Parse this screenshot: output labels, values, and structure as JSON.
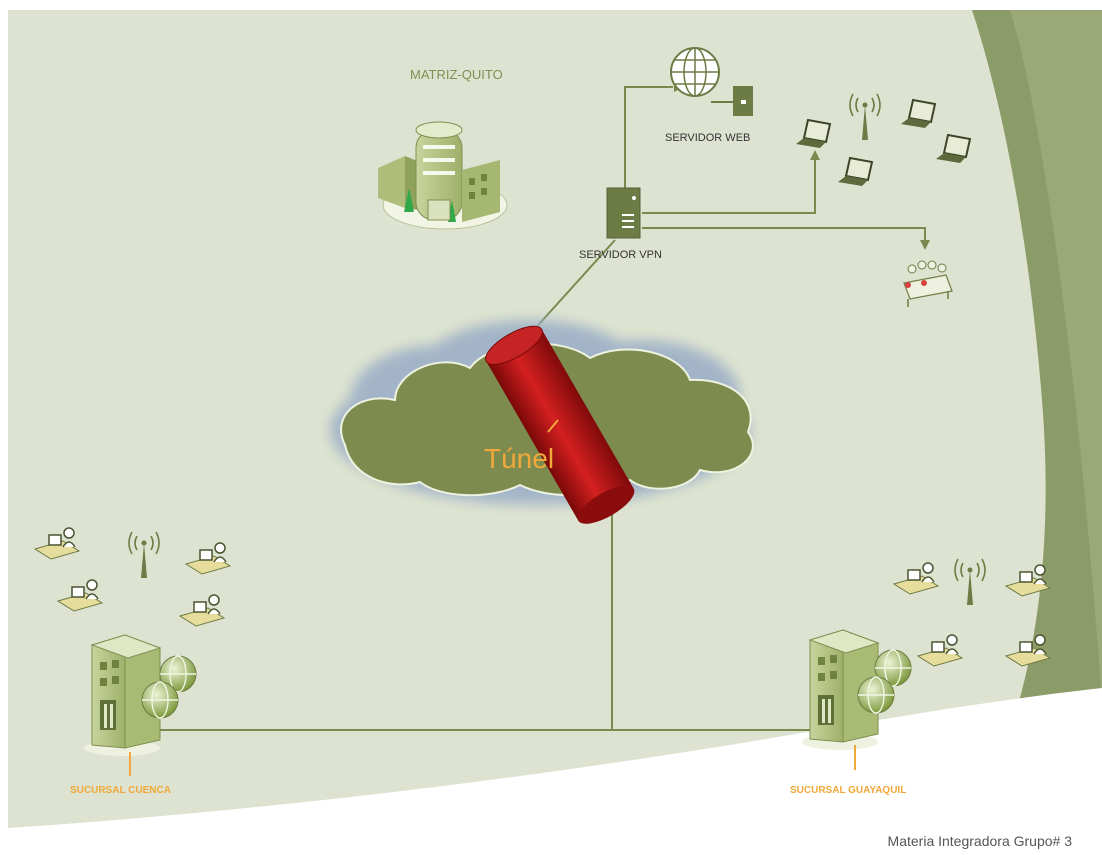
{
  "labels": {
    "matriz": "MATRIZ-QUITO",
    "servidor_web": "SERVIDOR WEB",
    "servidor_vpn": "SERVIDOR VPN",
    "tunel": "Túnel",
    "sucursal_cuenca": "SUCURSAL CUENCA",
    "sucursal_guayaquil": "SUCURSAL GUAYAQUIL",
    "footer": "Materia Integradora Grupo# 3"
  },
  "colors": {
    "background": "#dde3d0",
    "swoosh": "#8c9c68",
    "line": "#7a8a4e",
    "label_green": "#7d9155",
    "label_orange": "#f0a83a",
    "tunnel": "#b81414",
    "cloud": "#7d8c4e"
  },
  "icons": {
    "matriz": "office-building-icon",
    "web": "globe-icon",
    "vpn": "server-tower-icon",
    "laptops": "laptop-icon",
    "antenna": "wireless-antenna-icon",
    "meeting": "conference-group-icon",
    "branch": "branch-building-icon",
    "workstation": "user-workstation-icon"
  }
}
